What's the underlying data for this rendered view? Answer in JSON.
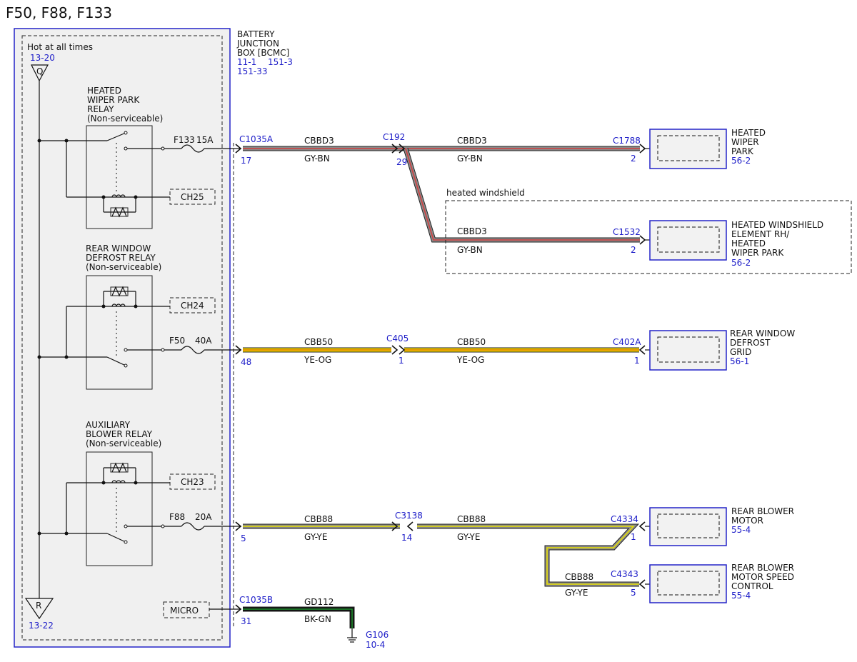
{
  "title": "F50, F88, F133",
  "bjb": {
    "hot_label": "Hot at all times",
    "top_ref": "13-20",
    "top_marker": "Q",
    "bottom_ref": "13-22",
    "bottom_marker": "R",
    "name_line1": "BATTERY",
    "name_line2": "JUNCTION",
    "name_line3": "BOX [BCMC]",
    "ref1": "11-1",
    "ref2": "151-3",
    "ref3": "151-33"
  },
  "relays": {
    "wiper": {
      "l1": "HEATED",
      "l2": "WIPER PARK",
      "l3": "RELAY",
      "l4": "(Non-serviceable)",
      "ch": "CH25"
    },
    "defrost": {
      "l1": "REAR WINDOW",
      "l2": "DEFROST RELAY",
      "l3": "(Non-serviceable)",
      "ch": "CH24"
    },
    "blower": {
      "l1": "AUXILIARY",
      "l2": "BLOWER RELAY",
      "l3": "(Non-serviceable)",
      "ch": "CH23"
    }
  },
  "fuses": {
    "f133": {
      "name": "F133",
      "rating": "15A"
    },
    "f50": {
      "name": "F50",
      "rating": "40A"
    },
    "f88": {
      "name": "F88",
      "rating": "20A"
    }
  },
  "micro": "MICRO",
  "circuits": {
    "cbbd3": {
      "name": "CBBD3",
      "color_code": "GY-BN",
      "colors": [
        "#8a8a8a",
        "#d04040"
      ]
    },
    "cbb50": {
      "name": "CBB50",
      "color_code": "YE-OG",
      "colors": [
        "#f0d000",
        "#e08000"
      ]
    },
    "cbb88": {
      "name": "CBB88",
      "color_code": "GY-YE",
      "colors": [
        "#8a8a8a",
        "#e8e000"
      ]
    },
    "gd112": {
      "name": "GD112",
      "color_code": "BK-GN",
      "colors": [
        "#111111",
        "#1f8f2f"
      ]
    }
  },
  "connectors": {
    "c1035a": {
      "name": "C1035A",
      "pin": "17"
    },
    "c192": {
      "name": "C192",
      "pin": "29"
    },
    "c1788": {
      "name": "C1788",
      "pin": "2"
    },
    "c1532": {
      "name": "C1532",
      "pin": "2"
    },
    "c1035a_2": {
      "pin": "48"
    },
    "c405": {
      "name": "C405",
      "pin": "1"
    },
    "c402a": {
      "name": "C402A",
      "pin": "1"
    },
    "c1035a_3": {
      "pin": "5"
    },
    "c3138": {
      "name": "C3138",
      "pin": "14"
    },
    "c4334": {
      "name": "C4334",
      "pin": "1"
    },
    "c4343": {
      "name": "C4343",
      "pin": "5"
    },
    "c1035b": {
      "name": "C1035B",
      "pin": "31"
    }
  },
  "heated_windshield_label": "heated windshield",
  "components": {
    "wiper_park": {
      "l1": "HEATED",
      "l2": "WIPER",
      "l3": "PARK",
      "ref": "56-2"
    },
    "windshield": {
      "l1": "HEATED WINDSHIELD",
      "l2": "ELEMENT RH/",
      "l3": "HEATED",
      "l4": "WIPER PARK",
      "ref": "56-2"
    },
    "rear_defrost": {
      "l1": "REAR WINDOW",
      "l2": "DEFROST",
      "l3": "GRID",
      "ref": "56-1"
    },
    "rear_blower": {
      "l1": "REAR BLOWER",
      "l2": "MOTOR",
      "ref": "55-4"
    },
    "blower_control": {
      "l1": "REAR BLOWER",
      "l2": "MOTOR SPEED",
      "l3": "CONTROL",
      "ref": "55-4"
    }
  },
  "ground": {
    "name": "G106",
    "ref": "10-4"
  }
}
